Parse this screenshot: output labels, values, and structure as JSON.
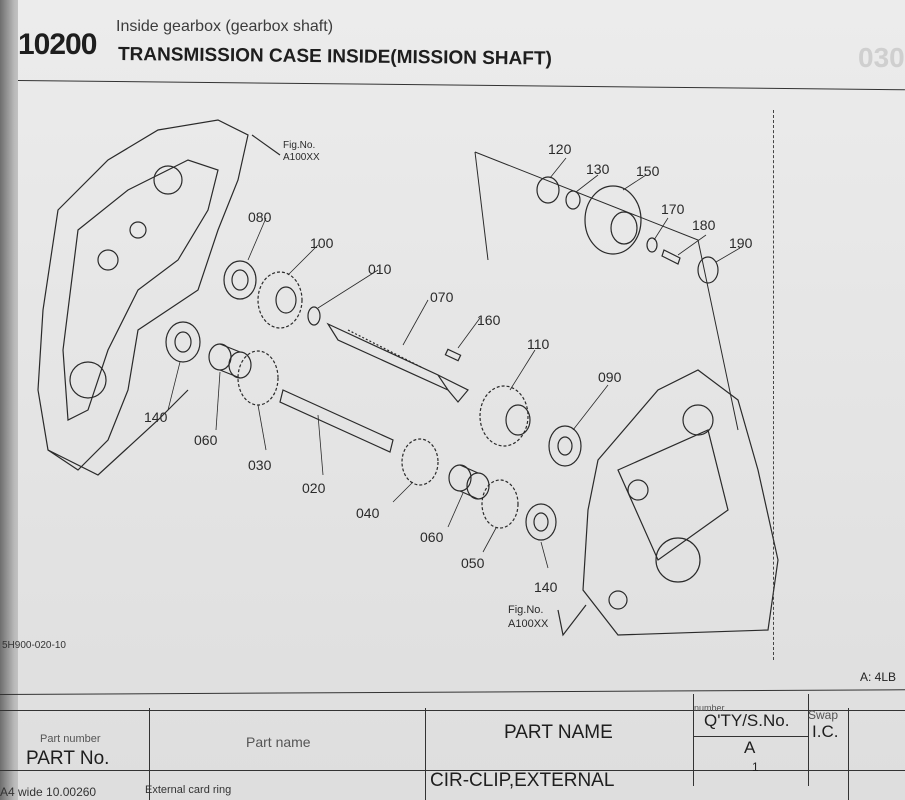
{
  "header": {
    "section_code": "10200",
    "title": "TRANSMISSION CASE INSIDE(MISSION SHAFT)",
    "translation": "Inside gearbox (gearbox shaft)"
  },
  "diagram": {
    "figure_code": "5H900-020-10",
    "model_tag": "A: 4LB",
    "fig_ref_top": {
      "line1": "Fig.No.",
      "line2": "A100XX"
    },
    "fig_ref_bottom": {
      "line1": "Fig.No.",
      "line2": "A100XX"
    },
    "callouts": [
      "010",
      "020",
      "030",
      "040",
      "050",
      "060",
      "060",
      "070",
      "080",
      "090",
      "100",
      "110",
      "120",
      "130",
      "140",
      "140",
      "150",
      "160",
      "170",
      "180",
      "190"
    ]
  },
  "table": {
    "col_part_no": {
      "label": "PART No.",
      "translation": "Part number"
    },
    "col_part_name": {
      "label": "PART NAME",
      "translation": "Part name"
    },
    "col_qty": {
      "label": "Q'TY/S.No.",
      "sub": "A",
      "translation": "number"
    },
    "col_ic": {
      "label": "I.C.",
      "translation": "Swap"
    },
    "rows": [
      {
        "part_no": "10.00260",
        "part_name": "CIR-CLIP,EXTERNAL",
        "qty": "1"
      }
    ],
    "footer_note_left": "A4 wide",
    "footer_note_name": "External card ring"
  }
}
